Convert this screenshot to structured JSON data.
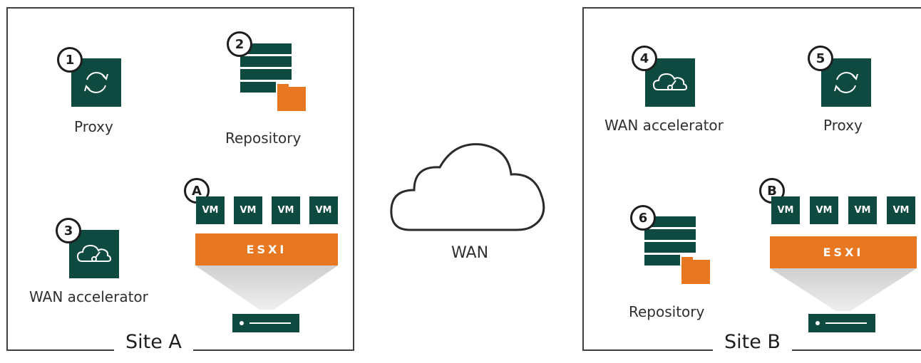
{
  "site_a": {
    "label": "Site A",
    "host_badge": "A",
    "proxy": {
      "badge": "1",
      "label": "Proxy"
    },
    "repository": {
      "badge": "2",
      "label": "Repository"
    },
    "wan_accelerator": {
      "badge": "3",
      "label": "WAN accelerator"
    },
    "vms": [
      "VM",
      "VM",
      "VM",
      "VM"
    ],
    "hypervisor": "ESXI"
  },
  "site_b": {
    "label": "Site B",
    "host_badge": "B",
    "wan_accelerator": {
      "badge": "4",
      "label": "WAN accelerator"
    },
    "proxy": {
      "badge": "5",
      "label": "Proxy"
    },
    "repository": {
      "badge": "6",
      "label": "Repository"
    },
    "vms": [
      "VM",
      "VM",
      "VM",
      "VM"
    ],
    "hypervisor": "ESXI"
  },
  "wan": {
    "label": "WAN"
  },
  "colors": {
    "tile": "#0f4a40",
    "accent": "#e87722",
    "border": "#3f3f3f"
  },
  "icons": [
    "refresh-icon",
    "cloud-gauge-icon",
    "cloud-icon",
    "server-icon"
  ]
}
